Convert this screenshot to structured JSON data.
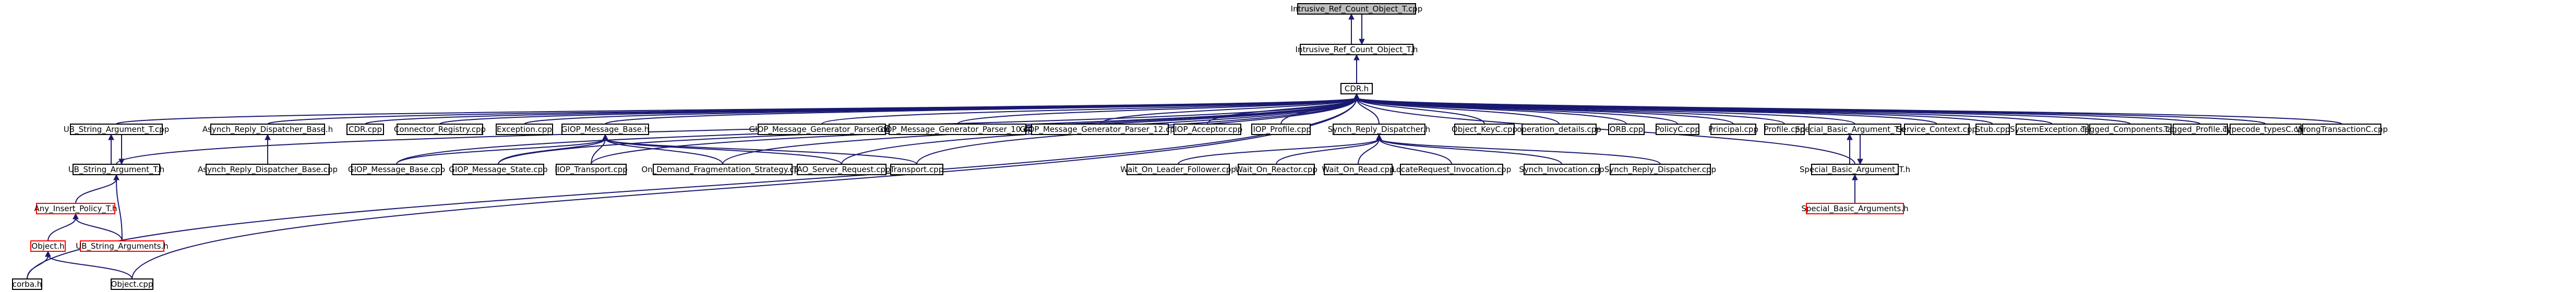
{
  "graph": {
    "title": "",
    "colors": {
      "edge": "#191970",
      "root_fill": "#bfbfbf",
      "warn_border": "#ff0000"
    },
    "nodes": [
      {
        "id": "root",
        "label": "Intrusive_Ref_Count_Object_T.cpp",
        "kind": "root"
      },
      {
        "id": "irco_h",
        "label": "Intrusive_Ref_Count_Object_T.h"
      },
      {
        "id": "cdr_h",
        "label": "CDR.h"
      },
      {
        "id": "ubsa_cpp",
        "label": "UB_String_Argument_T.cpp"
      },
      {
        "id": "ubsa_h",
        "label": "UB_String_Argument_T.h"
      },
      {
        "id": "aip_h",
        "label": "Any_Insert_Policy_T.h",
        "kind": "red"
      },
      {
        "id": "ubsargs_h",
        "label": "UB_String_Arguments.h",
        "kind": "red"
      },
      {
        "id": "object_h",
        "label": "Object.h",
        "kind": "red"
      },
      {
        "id": "corba_h",
        "label": "corba.h"
      },
      {
        "id": "object_cpp",
        "label": "Object.cpp"
      },
      {
        "id": "ard_h",
        "label": "Asynch_Reply_Dispatcher_Base.h"
      },
      {
        "id": "ard_cpp",
        "label": "Asynch_Reply_Dispatcher_Base.cpp"
      },
      {
        "id": "cdr_cpp",
        "label": "CDR.cpp"
      },
      {
        "id": "connreg_cpp",
        "label": "Connector_Registry.cpp"
      },
      {
        "id": "exception_cpp",
        "label": "Exception.cpp"
      },
      {
        "id": "giop_mb_h",
        "label": "GIOP_Message_Base.h"
      },
      {
        "id": "giop_mb_cpp",
        "label": "GIOP_Message_Base.cpp"
      },
      {
        "id": "giop_ms_cpp",
        "label": "GIOP_Message_State.cpp"
      },
      {
        "id": "iiop_tr_cpp",
        "label": "IIOP_Transport.cpp"
      },
      {
        "id": "odfs_cpp",
        "label": "On_Demand_Fragmentation_Strategy.cpp"
      },
      {
        "id": "tao_sr_cpp",
        "label": "TAO_Server_Request.cpp"
      },
      {
        "id": "transport_cpp",
        "label": "Transport.cpp"
      },
      {
        "id": "giop_gp_cpp",
        "label": "GIOP_Message_Generator_Parser.cpp"
      },
      {
        "id": "giop_gp10_cpp",
        "label": "GIOP_Message_Generator_Parser_10.cpp"
      },
      {
        "id": "giop_gp12_cpp",
        "label": "GIOP_Message_Generator_Parser_12.cpp"
      },
      {
        "id": "iiop_acc_cpp",
        "label": "IIOP_Acceptor.cpp"
      },
      {
        "id": "iiop_prof_cpp",
        "label": "IIOP_Profile.cpp"
      },
      {
        "id": "srd_h",
        "label": "Synch_Reply_Dispatcher.h"
      },
      {
        "id": "wolf_cpp",
        "label": "Wait_On_Leader_Follower.cpp"
      },
      {
        "id": "wor_cpp",
        "label": "Wait_On_Reactor.cpp"
      },
      {
        "id": "worr_cpp",
        "label": "Wait_On_Read.cpp"
      },
      {
        "id": "lri_cpp",
        "label": "LocateRequest_Invocation.cpp"
      },
      {
        "id": "si_cpp",
        "label": "Synch_Invocation.cpp"
      },
      {
        "id": "srd_cpp",
        "label": "Synch_Reply_Dispatcher.cpp"
      },
      {
        "id": "okeyc_cpp",
        "label": "Object_KeyC.cpp"
      },
      {
        "id": "opdet_cpp",
        "label": "operation_details.cpp"
      },
      {
        "id": "orb_cpp",
        "label": "ORB.cpp"
      },
      {
        "id": "policyc_cpp",
        "label": "PolicyC.cpp"
      },
      {
        "id": "principal_cpp",
        "label": "Principal.cpp"
      },
      {
        "id": "profile_cpp",
        "label": "Profile.cpp"
      },
      {
        "id": "sba_cpp",
        "label": "Special_Basic_Argument_T.cpp"
      },
      {
        "id": "sba_h",
        "label": "Special_Basic_Argument_T.h"
      },
      {
        "id": "sbargs_h",
        "label": "Special_Basic_Arguments.h",
        "kind": "red"
      },
      {
        "id": "svcctx_cpp",
        "label": "Service_Context.cpp"
      },
      {
        "id": "stub_cpp",
        "label": "Stub.cpp"
      },
      {
        "id": "sysexc_cpp",
        "label": "SystemException.cpp"
      },
      {
        "id": "tagcomp_cpp",
        "label": "Tagged_Components.cpp"
      },
      {
        "id": "tagprof_cpp",
        "label": "Tagged_Profile.cpp"
      },
      {
        "id": "typecode_cpp",
        "label": "Typecode_typesC.cpp"
      },
      {
        "id": "wstrc_cpp",
        "label": "WrongTransactionC.cpp"
      }
    ],
    "edges": [
      [
        "irco_h",
        "root"
      ],
      [
        "root",
        "irco_h"
      ],
      [
        "cdr_h",
        "irco_h"
      ],
      [
        "ubsa_cpp",
        "cdr_h"
      ],
      [
        "ubsa_h",
        "cdr_h"
      ],
      [
        "corba_h",
        "cdr_h"
      ],
      [
        "object_cpp",
        "cdr_h"
      ],
      [
        "ard_h",
        "cdr_h"
      ],
      [
        "cdr_cpp",
        "cdr_h"
      ],
      [
        "connreg_cpp",
        "cdr_h"
      ],
      [
        "exception_cpp",
        "cdr_h"
      ],
      [
        "giop_mb_h",
        "cdr_h"
      ],
      [
        "giop_gp_cpp",
        "cdr_h"
      ],
      [
        "giop_gp10_cpp",
        "cdr_h"
      ],
      [
        "giop_gp12_cpp",
        "cdr_h"
      ],
      [
        "iiop_acc_cpp",
        "cdr_h"
      ],
      [
        "iiop_prof_cpp",
        "cdr_h"
      ],
      [
        "srd_h",
        "cdr_h"
      ],
      [
        "okeyc_cpp",
        "cdr_h"
      ],
      [
        "opdet_cpp",
        "cdr_h"
      ],
      [
        "orb_cpp",
        "cdr_h"
      ],
      [
        "policyc_cpp",
        "cdr_h"
      ],
      [
        "principal_cpp",
        "cdr_h"
      ],
      [
        "profile_cpp",
        "cdr_h"
      ],
      [
        "sba_cpp",
        "cdr_h"
      ],
      [
        "sba_h",
        "cdr_h"
      ],
      [
        "svcctx_cpp",
        "cdr_h"
      ],
      [
        "stub_cpp",
        "cdr_h"
      ],
      [
        "sysexc_cpp",
        "cdr_h"
      ],
      [
        "tagcomp_cpp",
        "cdr_h"
      ],
      [
        "tagprof_cpp",
        "cdr_h"
      ],
      [
        "typecode_cpp",
        "cdr_h"
      ],
      [
        "wstrc_cpp",
        "cdr_h"
      ],
      [
        "giop_mb_cpp",
        "cdr_h"
      ],
      [
        "giop_ms_cpp",
        "cdr_h"
      ],
      [
        "iiop_tr_cpp",
        "cdr_h"
      ],
      [
        "odfs_cpp",
        "cdr_h"
      ],
      [
        "tao_sr_cpp",
        "cdr_h"
      ],
      [
        "transport_cpp",
        "cdr_h"
      ],
      [
        "ubsa_h",
        "ubsa_cpp"
      ],
      [
        "ubsa_cpp",
        "ubsa_h"
      ],
      [
        "aip_h",
        "ubsa_h"
      ],
      [
        "ubsargs_h",
        "ubsa_h"
      ],
      [
        "object_h",
        "aip_h"
      ],
      [
        "ubsargs_h",
        "aip_h"
      ],
      [
        "corba_h",
        "object_h"
      ],
      [
        "object_cpp",
        "object_h"
      ],
      [
        "ard_cpp",
        "ard_h"
      ],
      [
        "giop_mb_cpp",
        "giop_mb_h"
      ],
      [
        "giop_ms_cpp",
        "giop_mb_h"
      ],
      [
        "iiop_tr_cpp",
        "giop_mb_h"
      ],
      [
        "odfs_cpp",
        "giop_mb_h"
      ],
      [
        "tao_sr_cpp",
        "giop_mb_h"
      ],
      [
        "transport_cpp",
        "giop_mb_h"
      ],
      [
        "wolf_cpp",
        "srd_h"
      ],
      [
        "wor_cpp",
        "srd_h"
      ],
      [
        "worr_cpp",
        "srd_h"
      ],
      [
        "lri_cpp",
        "srd_h"
      ],
      [
        "si_cpp",
        "srd_h"
      ],
      [
        "srd_cpp",
        "srd_h"
      ],
      [
        "sba_h",
        "sba_cpp"
      ],
      [
        "sba_cpp",
        "sba_h"
      ],
      [
        "sbargs_h",
        "sba_h"
      ]
    ]
  }
}
